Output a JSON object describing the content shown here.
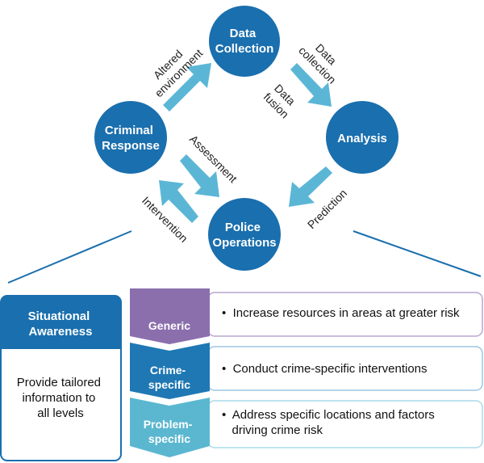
{
  "cycle": {
    "nodes": {
      "data_collection": [
        "Data",
        "Collection"
      ],
      "analysis": [
        "Analysis"
      ],
      "police_operations": [
        "Police",
        "Operations"
      ],
      "criminal_response": [
        "Criminal",
        "Response"
      ]
    },
    "edges": {
      "altered_environment": [
        "Altered",
        "environment"
      ],
      "data_collection": [
        "Data",
        "collection"
      ],
      "data_fusion": [
        "Data",
        "fusion"
      ],
      "prediction": "Prediction",
      "assessment": "Assessment",
      "intervention": "Intervention"
    }
  },
  "awareness": {
    "title": [
      "Situational",
      "Awareness"
    ],
    "body": [
      "Provide tailored",
      "information to",
      "all levels"
    ]
  },
  "levels": [
    {
      "label": [
        "Generic"
      ],
      "text": [
        "•  Increase resources in areas at greater risk"
      ],
      "color": "#8b6fad"
    },
    {
      "label": [
        "Crime-",
        "specific"
      ],
      "text": [
        "•  Conduct crime-specific interventions"
      ],
      "color": "#1f78b4"
    },
    {
      "label": [
        "Problem-",
        "specific"
      ],
      "text": [
        "•  Address specific locations and factors",
        "   driving crime risk"
      ],
      "color": "#5bb7d0"
    }
  ],
  "colors": {
    "node": "#1a6fae",
    "arrow": "#5bb6d6",
    "title_box": "#1a6fae",
    "border": "#1a6fae",
    "row_border": "#b9a6cf"
  }
}
